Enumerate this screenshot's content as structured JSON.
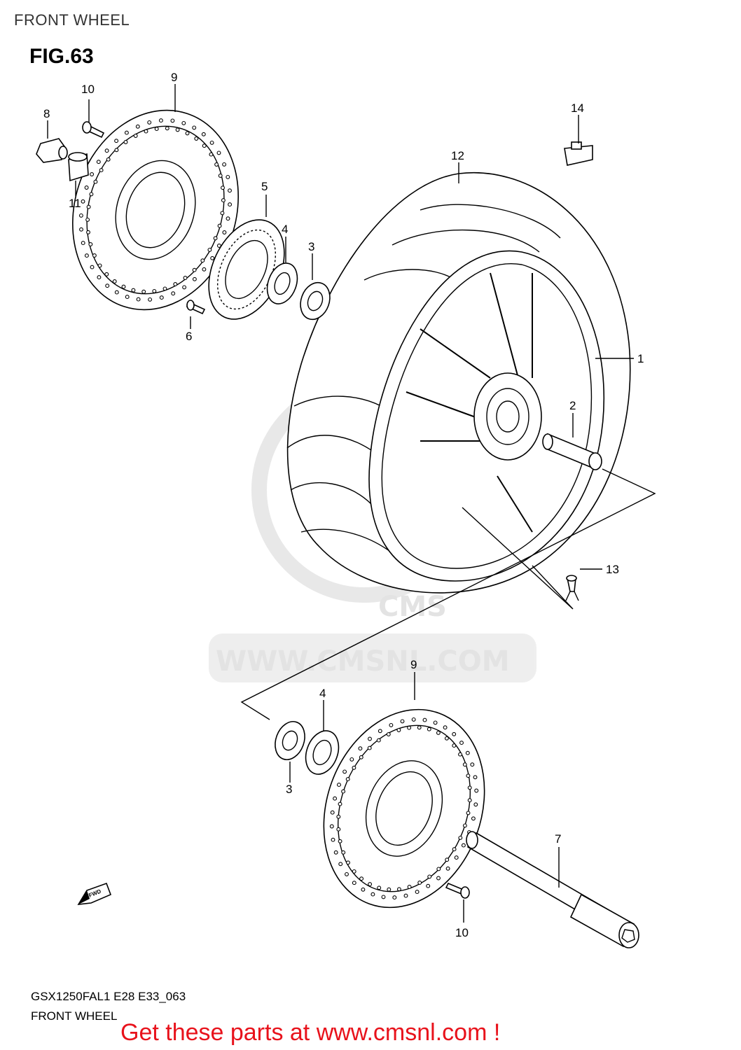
{
  "header": {
    "title": "FRONT WHEEL"
  },
  "figure": {
    "label": "FIG.63"
  },
  "watermark": {
    "text": "WWW.CMSNL.COM",
    "logo": "CMS"
  },
  "callouts": [
    {
      "id": "c1",
      "text": "1"
    },
    {
      "id": "c2",
      "text": "2"
    },
    {
      "id": "c3a",
      "text": "3"
    },
    {
      "id": "c3b",
      "text": "3"
    },
    {
      "id": "c4a",
      "text": "4"
    },
    {
      "id": "c4b",
      "text": "4"
    },
    {
      "id": "c5",
      "text": "5"
    },
    {
      "id": "c6",
      "text": "6"
    },
    {
      "id": "c7",
      "text": "7"
    },
    {
      "id": "c8",
      "text": "8"
    },
    {
      "id": "c9a",
      "text": "9"
    },
    {
      "id": "c9b",
      "text": "9"
    },
    {
      "id": "c10a",
      "text": "10"
    },
    {
      "id": "c10b",
      "text": "10"
    },
    {
      "id": "c11",
      "text": "11"
    },
    {
      "id": "c12",
      "text": "12"
    },
    {
      "id": "c13",
      "text": "13"
    },
    {
      "id": "c14",
      "text": "14"
    }
  ],
  "fwd_badge": {
    "text": "FWD"
  },
  "footer": {
    "model_code": "GSX1250FAL1 E28 E33_063",
    "name": "FRONT WHEEL",
    "cta": "Get these parts at www.cmsnl.com !"
  },
  "colors": {
    "cta": "#e8121b",
    "ink": "#000000",
    "watermark": "#e0e0e0"
  }
}
